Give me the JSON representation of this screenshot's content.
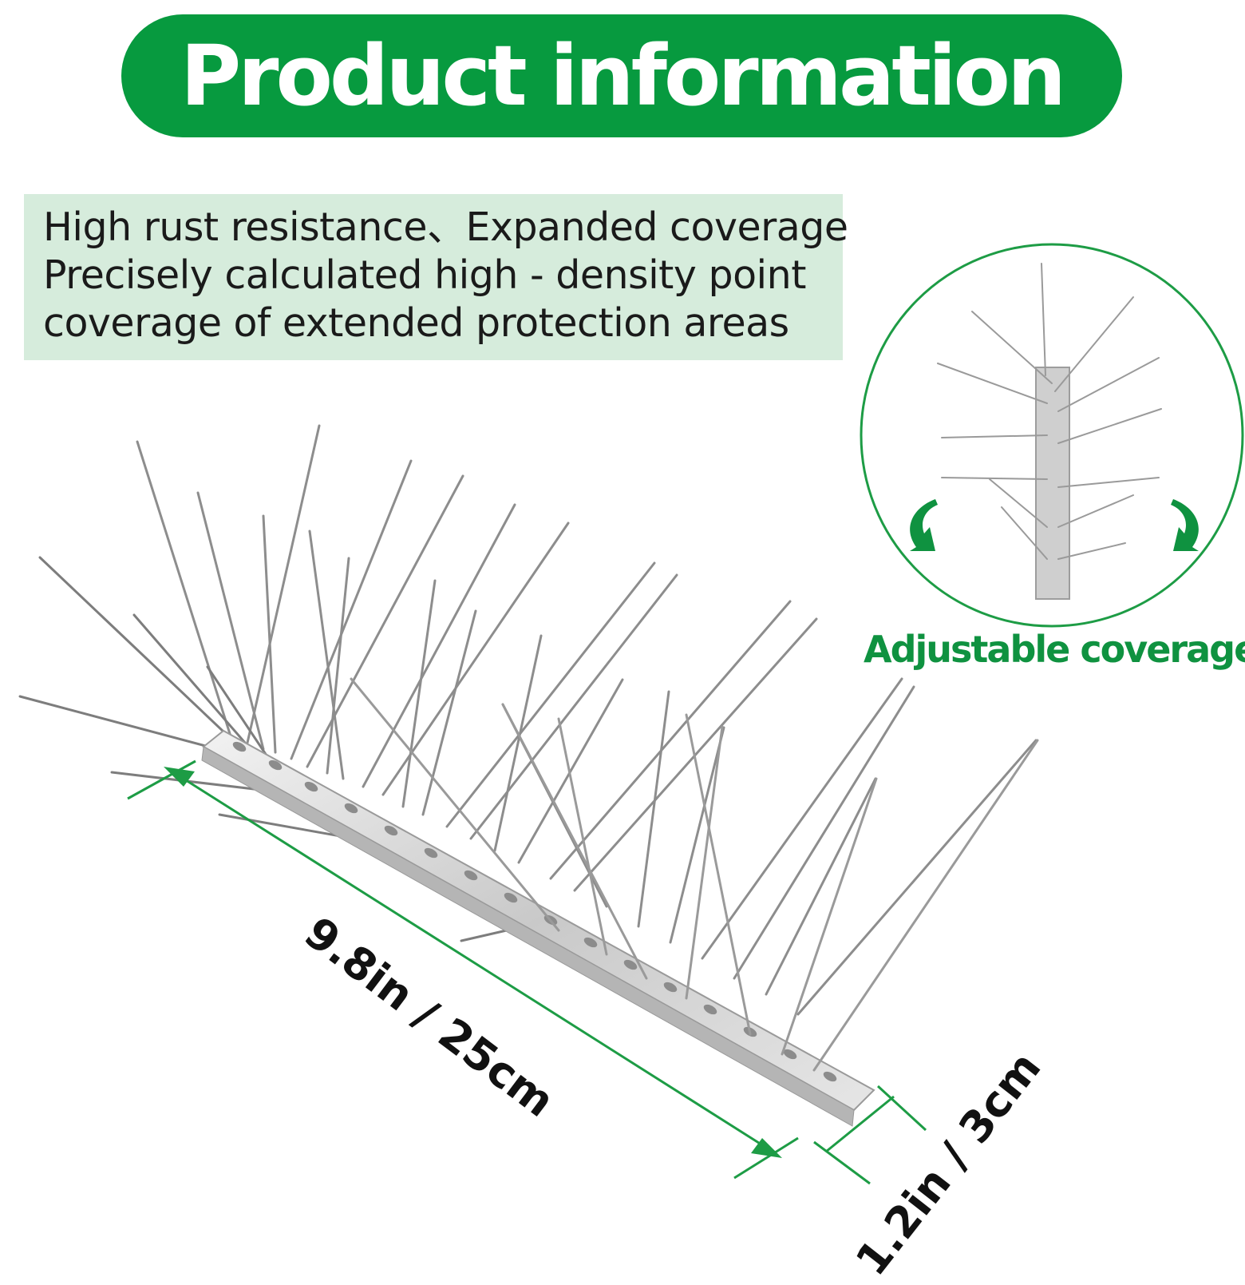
{
  "header": {
    "title": "Product information"
  },
  "features": {
    "lines": [
      "High rust resistance、Expanded coverage",
      "Precisely calculated  high - density point",
      "coverage of extended protection areas"
    ]
  },
  "inset": {
    "caption": "Adjustable coverage"
  },
  "dimensions": {
    "length_label": "9.8in / 25cm",
    "width_label": "1.2in / 3cm"
  },
  "colors": {
    "brand_green": "#079a3f",
    "panel_green": "#d6ecdc",
    "dimension_green": "#1d9c45",
    "spike_steel": "#8a8a8a"
  },
  "icons": [
    "rotate-left-arrow-icon",
    "rotate-right-arrow-icon"
  ]
}
